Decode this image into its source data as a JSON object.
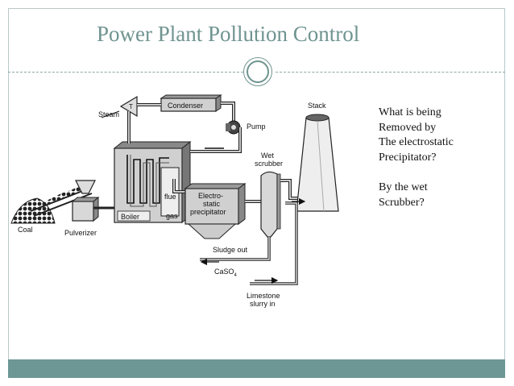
{
  "slide": {
    "title": "Power Plant Pollution Control"
  },
  "diagram": {
    "labels": {
      "steam": "Steam",
      "turbine": "T",
      "condenser": "Condenser",
      "pump": "Pump",
      "stack": "Stack",
      "wet_scrubber_line1": "Wet",
      "wet_scrubber_line2": "scrubber",
      "boiler": "Boiler",
      "flue_gas_line1": "flue",
      "flue_gas_line2": "gas",
      "precipitator_line1": "Electro-",
      "precipitator_line2": "static",
      "precipitator_line3": "precipitator",
      "coal": "Coal",
      "pulverizer": "Pulverizer",
      "sludge_out": "Sludge out",
      "caso4_main": "CaSO",
      "caso4_sub": "4",
      "limestone_line1": "Limestone",
      "limestone_line2": "slurry in"
    }
  },
  "question": {
    "lines1": [
      "What is being",
      "Removed by",
      "The electrostatic",
      "Precipitator?"
    ],
    "lines2": [
      "By the wet",
      "Scrubber?"
    ]
  }
}
